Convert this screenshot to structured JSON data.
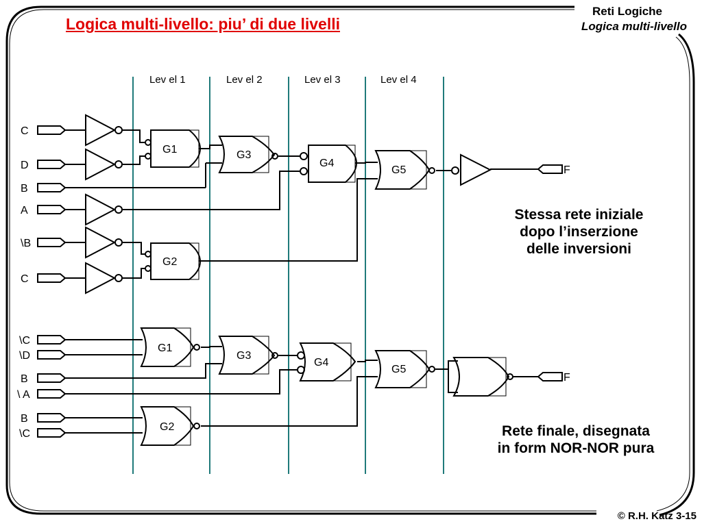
{
  "slide": {
    "title": "Logica multi-livello: piu’ di due livelli",
    "header_course": "Reti Logiche",
    "header_topic": "Logica multi-livello",
    "footer": "© R.H. Katz 3-15"
  },
  "levels": [
    "Lev el 1",
    "Lev el 2",
    "Lev el 3",
    "Lev el 4"
  ],
  "top_network": {
    "inputs": [
      "C",
      "D",
      "B",
      "A",
      "\\B",
      "C"
    ],
    "gates": [
      "G1",
      "G3",
      "G4",
      "G5",
      "G2"
    ],
    "output": "F",
    "caption": [
      "Stessa rete iniziale",
      "dopo l’inserzione",
      "delle inversioni"
    ]
  },
  "bottom_network": {
    "inputs": [
      "\\C",
      "\\D",
      "B",
      "\\ A",
      "B",
      "\\C"
    ],
    "gates": [
      "G1",
      "G3",
      "G4",
      "G5",
      "G2"
    ],
    "output": "F",
    "caption": [
      "Rete finale, disegnata",
      "in form NOR-NOR pura"
    ]
  },
  "colors": {
    "title": "#e00000",
    "level_lines": "#1f7a7a",
    "ink": "#000000"
  }
}
